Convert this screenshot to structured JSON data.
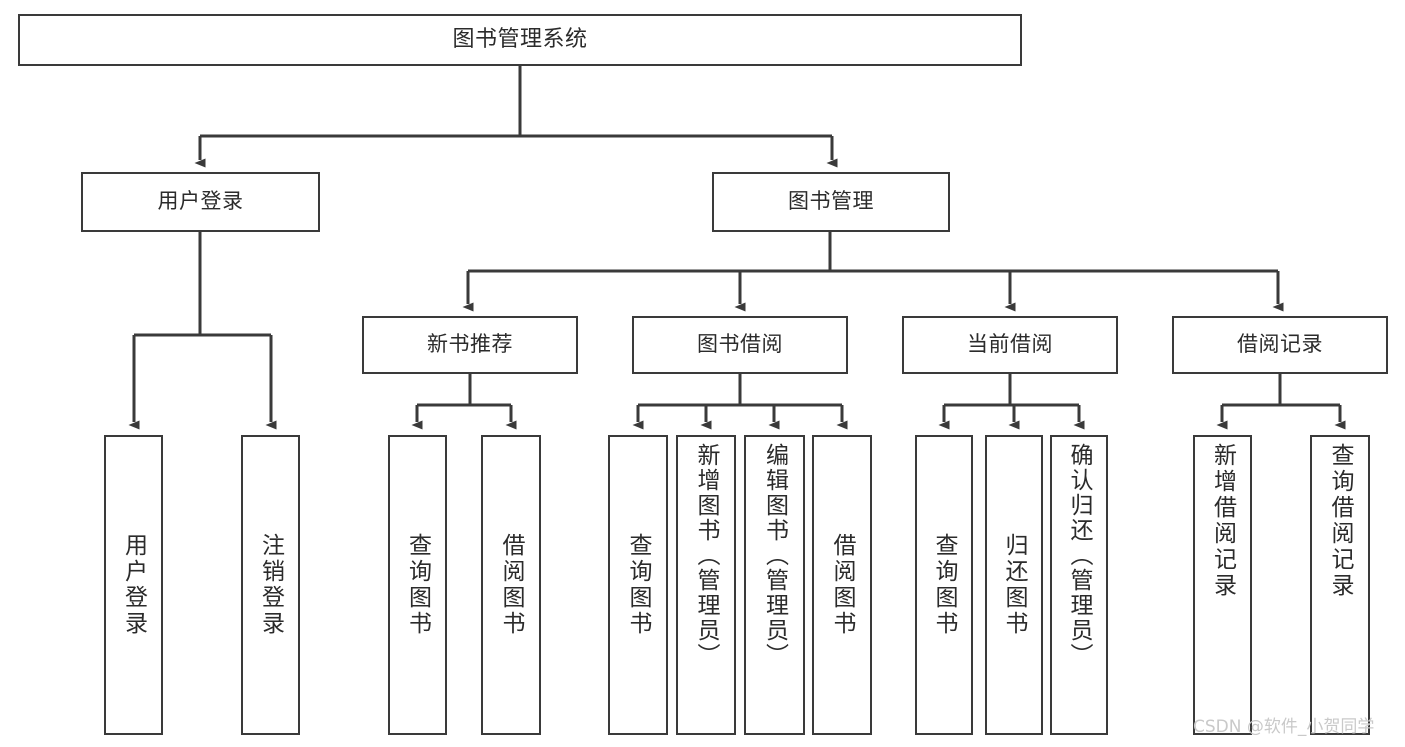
{
  "diagram": {
    "title": "图书管理系统",
    "type": "tree",
    "orientation": "top-down",
    "colors": {
      "background": "#ffffff",
      "box_border": "#3a3a3a",
      "box_fill": "#ffffff",
      "connector": "#3a3a3a",
      "text": "#2b2b2b",
      "watermark": "#c9c9c9"
    },
    "nodes": {
      "root": "图书管理系统",
      "level1": [
        "用户登录",
        "图书管理"
      ],
      "level2": [
        "新书推荐",
        "图书借阅",
        "当前借阅",
        "借阅记录"
      ],
      "leaves": {
        "user_login": [
          "用户登录",
          "注销登录"
        ],
        "new_book_recommend": [
          "查询图书",
          "借阅图书"
        ],
        "book_borrow": [
          "查询图书",
          "新增图书（管理员）",
          "编辑图书（管理员）",
          "借阅图书"
        ],
        "current_borrow": [
          "查询图书",
          "归还图书",
          "确认归还（管理员）"
        ],
        "borrow_record": [
          "新增借阅记录",
          "查询借阅记录"
        ]
      }
    },
    "edges": [
      {
        "from": "图书管理系统",
        "to": "用户登录"
      },
      {
        "from": "图书管理系统",
        "to": "图书管理"
      },
      {
        "from": "图书管理",
        "to": "新书推荐"
      },
      {
        "from": "图书管理",
        "to": "图书借阅"
      },
      {
        "from": "图书管理",
        "to": "当前借阅"
      },
      {
        "from": "图书管理",
        "to": "借阅记录"
      },
      {
        "from": "用户登录",
        "to": "用户登录"
      },
      {
        "from": "用户登录",
        "to": "注销登录"
      },
      {
        "from": "新书推荐",
        "to": "查询图书"
      },
      {
        "from": "新书推荐",
        "to": "借阅图书"
      },
      {
        "from": "图书借阅",
        "to": "查询图书"
      },
      {
        "from": "图书借阅",
        "to": "新增图书（管理员）"
      },
      {
        "from": "图书借阅",
        "to": "编辑图书（管理员）"
      },
      {
        "from": "图书借阅",
        "to": "借阅图书"
      },
      {
        "from": "当前借阅",
        "to": "查询图书"
      },
      {
        "from": "当前借阅",
        "to": "归还图书"
      },
      {
        "from": "当前借阅",
        "to": "确认归还（管理员）"
      },
      {
        "from": "借阅记录",
        "to": "新增借阅记录"
      },
      {
        "from": "借阅记录",
        "to": "查询借阅记录"
      }
    ]
  },
  "watermark": {
    "text": "CSDN @软件_小贺同学"
  }
}
